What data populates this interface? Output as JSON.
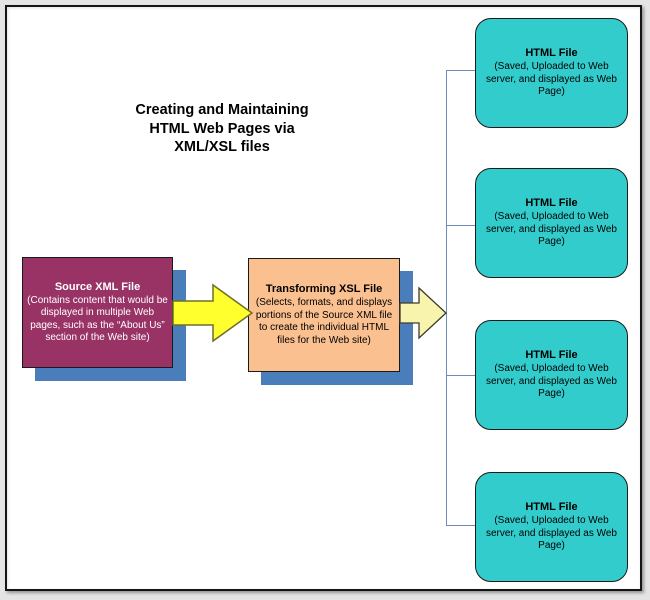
{
  "title": {
    "line1": "Creating and Maintaining",
    "line2": "HTML Web Pages via",
    "line3": "XML/XSL files"
  },
  "nodes": {
    "source_xml": {
      "title": "Source XML File",
      "body": "(Contains content that would be displayed in multiple Web pages, such as the “About Us” section of the Web site)"
    },
    "xsl": {
      "title": "Transforming XSL File",
      "body": "(Selects, formats, and displays portions of the Source XML file to create the individual HTML files for the Web site)"
    },
    "html_files": [
      {
        "title": "HTML File",
        "body": "(Saved, Uploaded to Web server, and displayed as Web Page)"
      },
      {
        "title": "HTML File",
        "body": "(Saved, Uploaded to Web server, and displayed as Web Page)"
      },
      {
        "title": "HTML File",
        "body": "(Saved, Uploaded to Web server, and displayed as Web Page)"
      },
      {
        "title": "HTML File",
        "body": "(Saved, Uploaded to Web server, and displayed as Web Page)"
      }
    ]
  },
  "colors": {
    "page-bg": "#e4e4e4",
    "frame-bg": "#ffffff",
    "frame-border": "#141414",
    "node-border": "#1a1a1a",
    "source-fill": "#993366",
    "source-text": "#ffffff",
    "shadow-fill": "#4a7ebb",
    "xsl-fill": "#fac090",
    "html-fill": "#33cccc",
    "arrow1-fill": "#ffff2e",
    "arrow1-stroke": "#6e6e28",
    "arrow2-fill": "#f8f4ad",
    "arrow2-stroke": "#3c3c2a",
    "connector": "#6d8cba",
    "title-text": "#000000",
    "body-text": "#000000"
  }
}
